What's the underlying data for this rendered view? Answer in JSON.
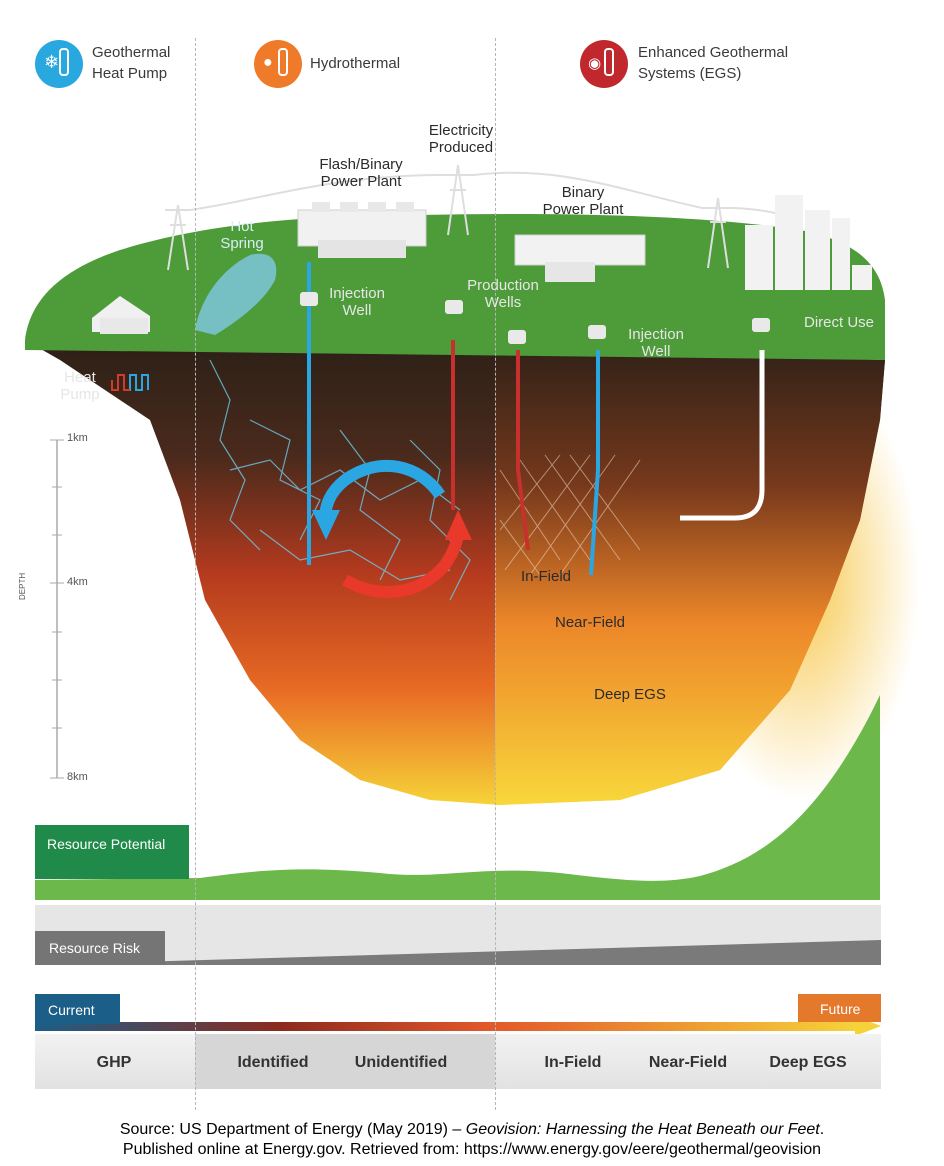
{
  "legend": {
    "ghp": {
      "label_line1": "Geothermal",
      "label_line2": "Heat Pump",
      "icon": "thermometer-snowflake-icon",
      "color": "#29a8e0"
    },
    "hydrothermal": {
      "label": "Hydrothermal",
      "icon": "thermometer-drop-icon",
      "color": "#ef7a2a"
    },
    "egs": {
      "label_line1": "Enhanced Geothermal",
      "label_line2": "Systems (EGS)",
      "icon": "thermometer-signal-icon",
      "color": "#c0282d"
    }
  },
  "scene": {
    "electricity_line1": "Electricity",
    "electricity_line2": "Produced",
    "flash_line1": "Flash/Binary",
    "flash_line2": "Power Plant",
    "binary_line1": "Binary",
    "binary_line2": "Power Plant",
    "hot_line1": "Hot",
    "hot_line2": "Spring",
    "injection1_line1": "Injection",
    "injection1_line2": "Well",
    "production_line1": "Production",
    "production_line2": "Wells",
    "injection2_line1": "Injection",
    "injection2_line2": "Well",
    "direct_use": "Direct Use",
    "heat_line1": "Heat",
    "heat_line2": "Pump",
    "in_field": "In-Field",
    "near_field": "Near-Field",
    "deep_egs": "Deep EGS"
  },
  "depth_axis": {
    "title": "DEPTH",
    "ticks": [
      "1km",
      "4km",
      "8km"
    ]
  },
  "bars": {
    "resource_potential": "Resource Potential",
    "resource_risk": "Resource Risk",
    "current": "Current",
    "future": "Future"
  },
  "categories": [
    "GHP",
    "Identified",
    "Unidentified",
    "In-Field",
    "Near-Field",
    "Deep EGS"
  ],
  "source": {
    "line1_prefix": "Source: US Department of Energy (May 2019) – ",
    "line1_title": "Geovision: Harnessing the Heat Beneath our Feet",
    "line1_suffix": ".",
    "line2": "Published online at Energy.gov. Retrieved from: https://www.energy.gov/eere/geothermal/geovision"
  },
  "colors": {
    "grass": "#4e9b3a",
    "potential_green": "#6cb84a",
    "potential_label_bg": "#1f8a4a",
    "risk_gray": "#7a7a7a",
    "current_blue": "#1b5e87",
    "future_orange": "#e4782b",
    "inj_blue": "#2aa7e3",
    "prod_red": "#c8302e"
  }
}
